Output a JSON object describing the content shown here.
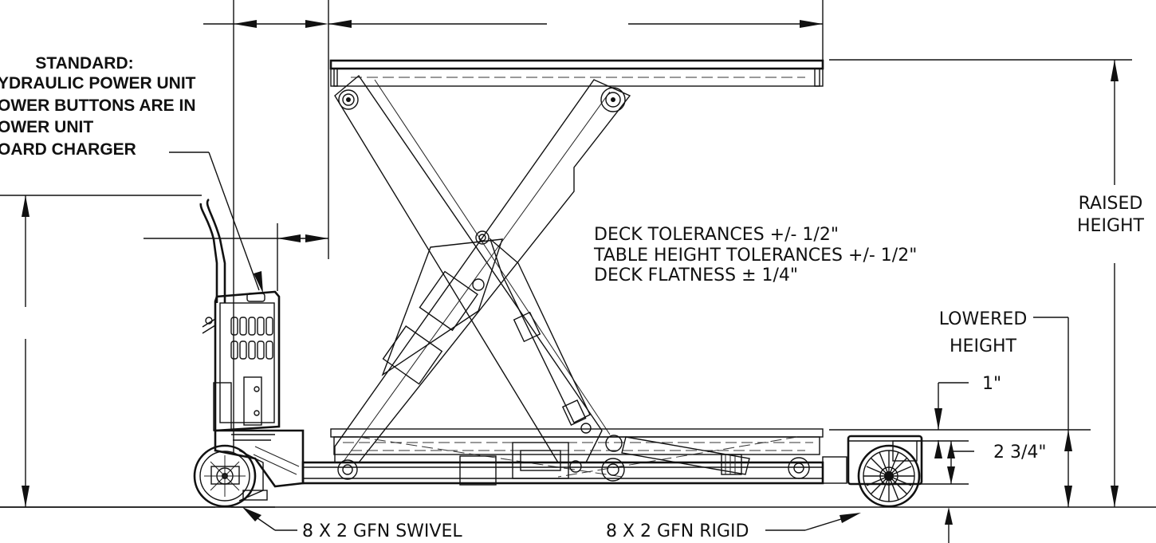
{
  "notes": {
    "standard_lines": [
      "STANDARD:",
      "YDRAULIC POWER UNIT",
      "OWER BUTTONS ARE IN",
      "OWER UNIT",
      "OARD CHARGER"
    ],
    "tolerances": [
      "DECK TOLERANCES  +/- 1/2\"",
      "TABLE HEIGHT TOLERANCES +/- 1/2\"",
      "DECK FLATNESS  ± 1/4\""
    ]
  },
  "dimensions": {
    "raised_height": [
      "RAISED",
      "HEIGHT"
    ],
    "lowered_height": [
      "LOWERED",
      "HEIGHT"
    ],
    "one_inch": "1\"",
    "two_three_quarter": "2 3/4\""
  },
  "callouts": {
    "swivel": "8 X 2 GFN SWIVEL",
    "rigid": "8 X 2 GFN RIGID"
  }
}
